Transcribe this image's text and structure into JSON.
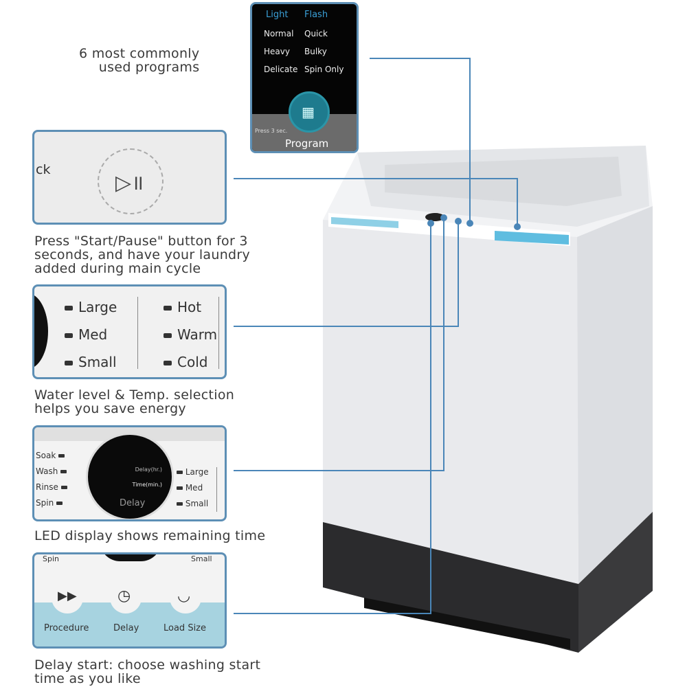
{
  "callouts": [
    {
      "caption": "6 most commonly\nused programs",
      "panel": {
        "light_label": "Light",
        "flash_label": "Flash",
        "programs": [
          [
            "Normal",
            "Quick"
          ],
          [
            "Heavy",
            "Bulky"
          ],
          [
            "Delicate",
            "Spin Only"
          ]
        ],
        "lock_hint": "Press 3 sec.",
        "button_label": "Program",
        "icon": "program-grid-icon"
      }
    },
    {
      "caption": "Press \"Start/Pause\" button for 3\nseconds, and have your laundry\nadded during main cycle",
      "panel": {
        "partial_label": "ck",
        "icon": "play-pause-icon"
      }
    },
    {
      "caption": "Water level & Temp. selection\nhelps you save energy",
      "panel": {
        "levels": [
          "Large",
          "Med",
          "Small"
        ],
        "temps": [
          "Hot",
          "Warm",
          "Cold"
        ]
      }
    },
    {
      "caption": "LED display shows remaining time",
      "panel": {
        "stages": [
          "Soak",
          "Wash",
          "Rinse",
          "Spin"
        ],
        "display_labels": [
          "Delay(hr.)",
          "Time(min.)"
        ],
        "display_button": "Delay",
        "levels": [
          "Large",
          "Med",
          "Small"
        ]
      }
    },
    {
      "caption": "Delay start: choose washing start\ntime as you like",
      "panel": {
        "top_partial": [
          "Spin",
          "Small"
        ],
        "buttons": [
          {
            "label": "Procedure",
            "icon": "fast-forward-icon"
          },
          {
            "label": "Delay",
            "icon": "clock-icon"
          },
          {
            "label": "Load Size",
            "icon": "basin-icon"
          }
        ]
      }
    }
  ],
  "colors": {
    "accent": "#5d8fb5",
    "screen_blue": "#3aa0d8",
    "teal": "#1e7b8e",
    "water_band": "#a7d3e0"
  }
}
